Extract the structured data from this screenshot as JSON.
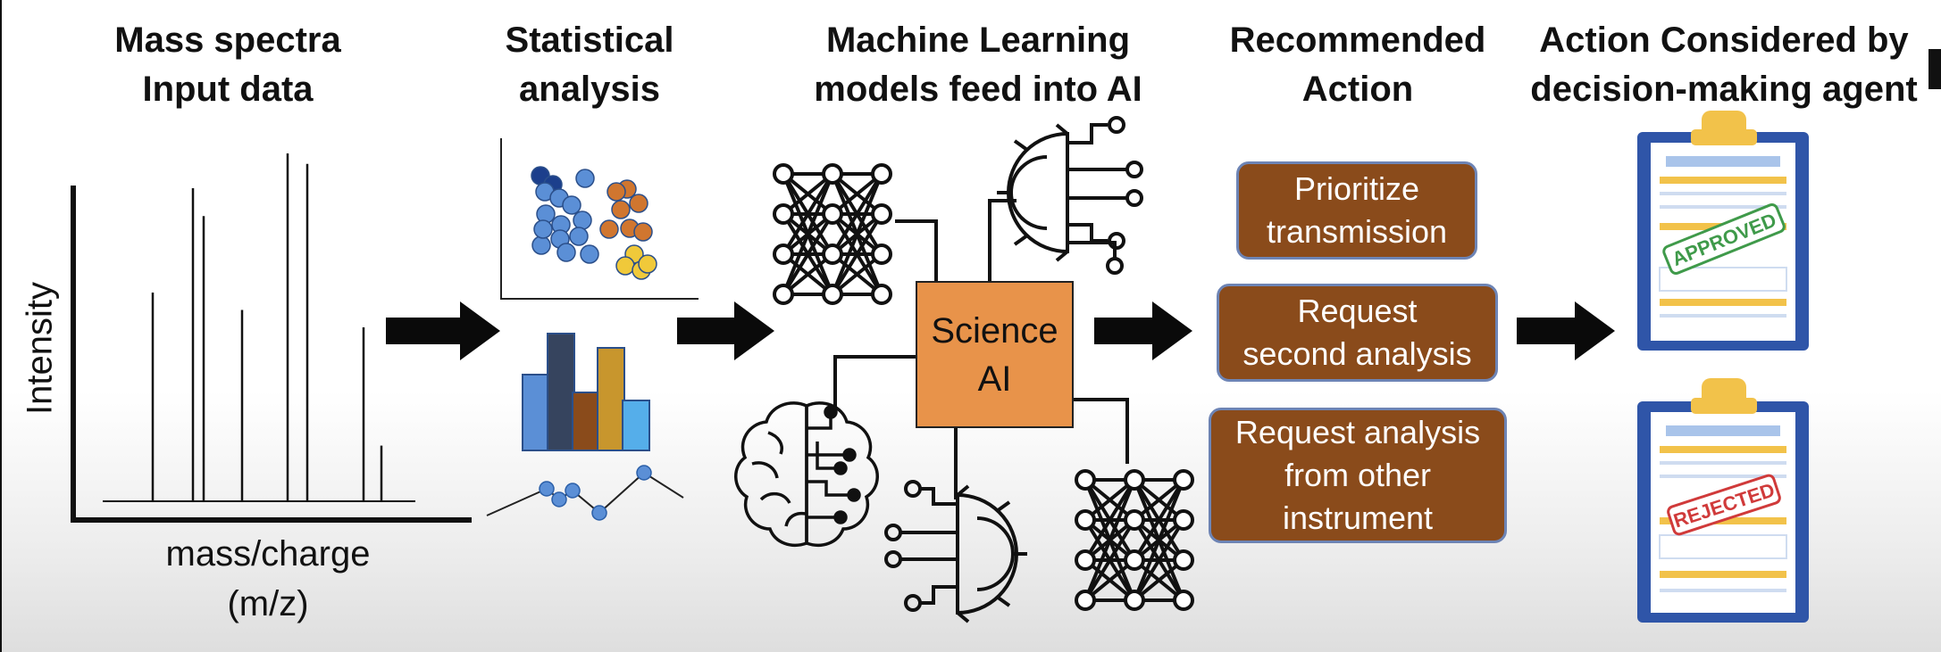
{
  "headings": {
    "spectra": [
      "Mass spectra",
      "Input data"
    ],
    "stats": [
      "Statistical",
      "analysis"
    ],
    "ml": [
      "Machine Learning",
      "models feed into AI"
    ],
    "recommended": [
      "Recommended",
      "Action"
    ],
    "decision": [
      "Action Considered by",
      "decision-making agent"
    ]
  },
  "spectrum": {
    "y_axis_label": "Intensity",
    "x_axis_label": [
      "mass/charge",
      "(m/z)"
    ],
    "peak_relative_heights": [
      0.6,
      0.9,
      0.82,
      0.55,
      1.0,
      0.97,
      0.5,
      0.16
    ]
  },
  "ai_box": [
    "Science",
    "AI"
  ],
  "actions": [
    [
      "Prioritize",
      "transmission"
    ],
    [
      "Request",
      "second analysis"
    ],
    [
      "Request analysis",
      "from other",
      "instrument"
    ]
  ],
  "stamps": {
    "approved": "APPROVED",
    "rejected": "REJECTED"
  },
  "colors": {
    "action_fill": "#8a4b1b",
    "action_border": "#6d84b5",
    "ai_fill": "#e8934a",
    "cluster_blue": "#5b8fd6",
    "cluster_orange": "#d0762f",
    "cluster_yellow": "#f0c93a",
    "approved": "#3f9a4a",
    "rejected": "#d03a3a"
  }
}
